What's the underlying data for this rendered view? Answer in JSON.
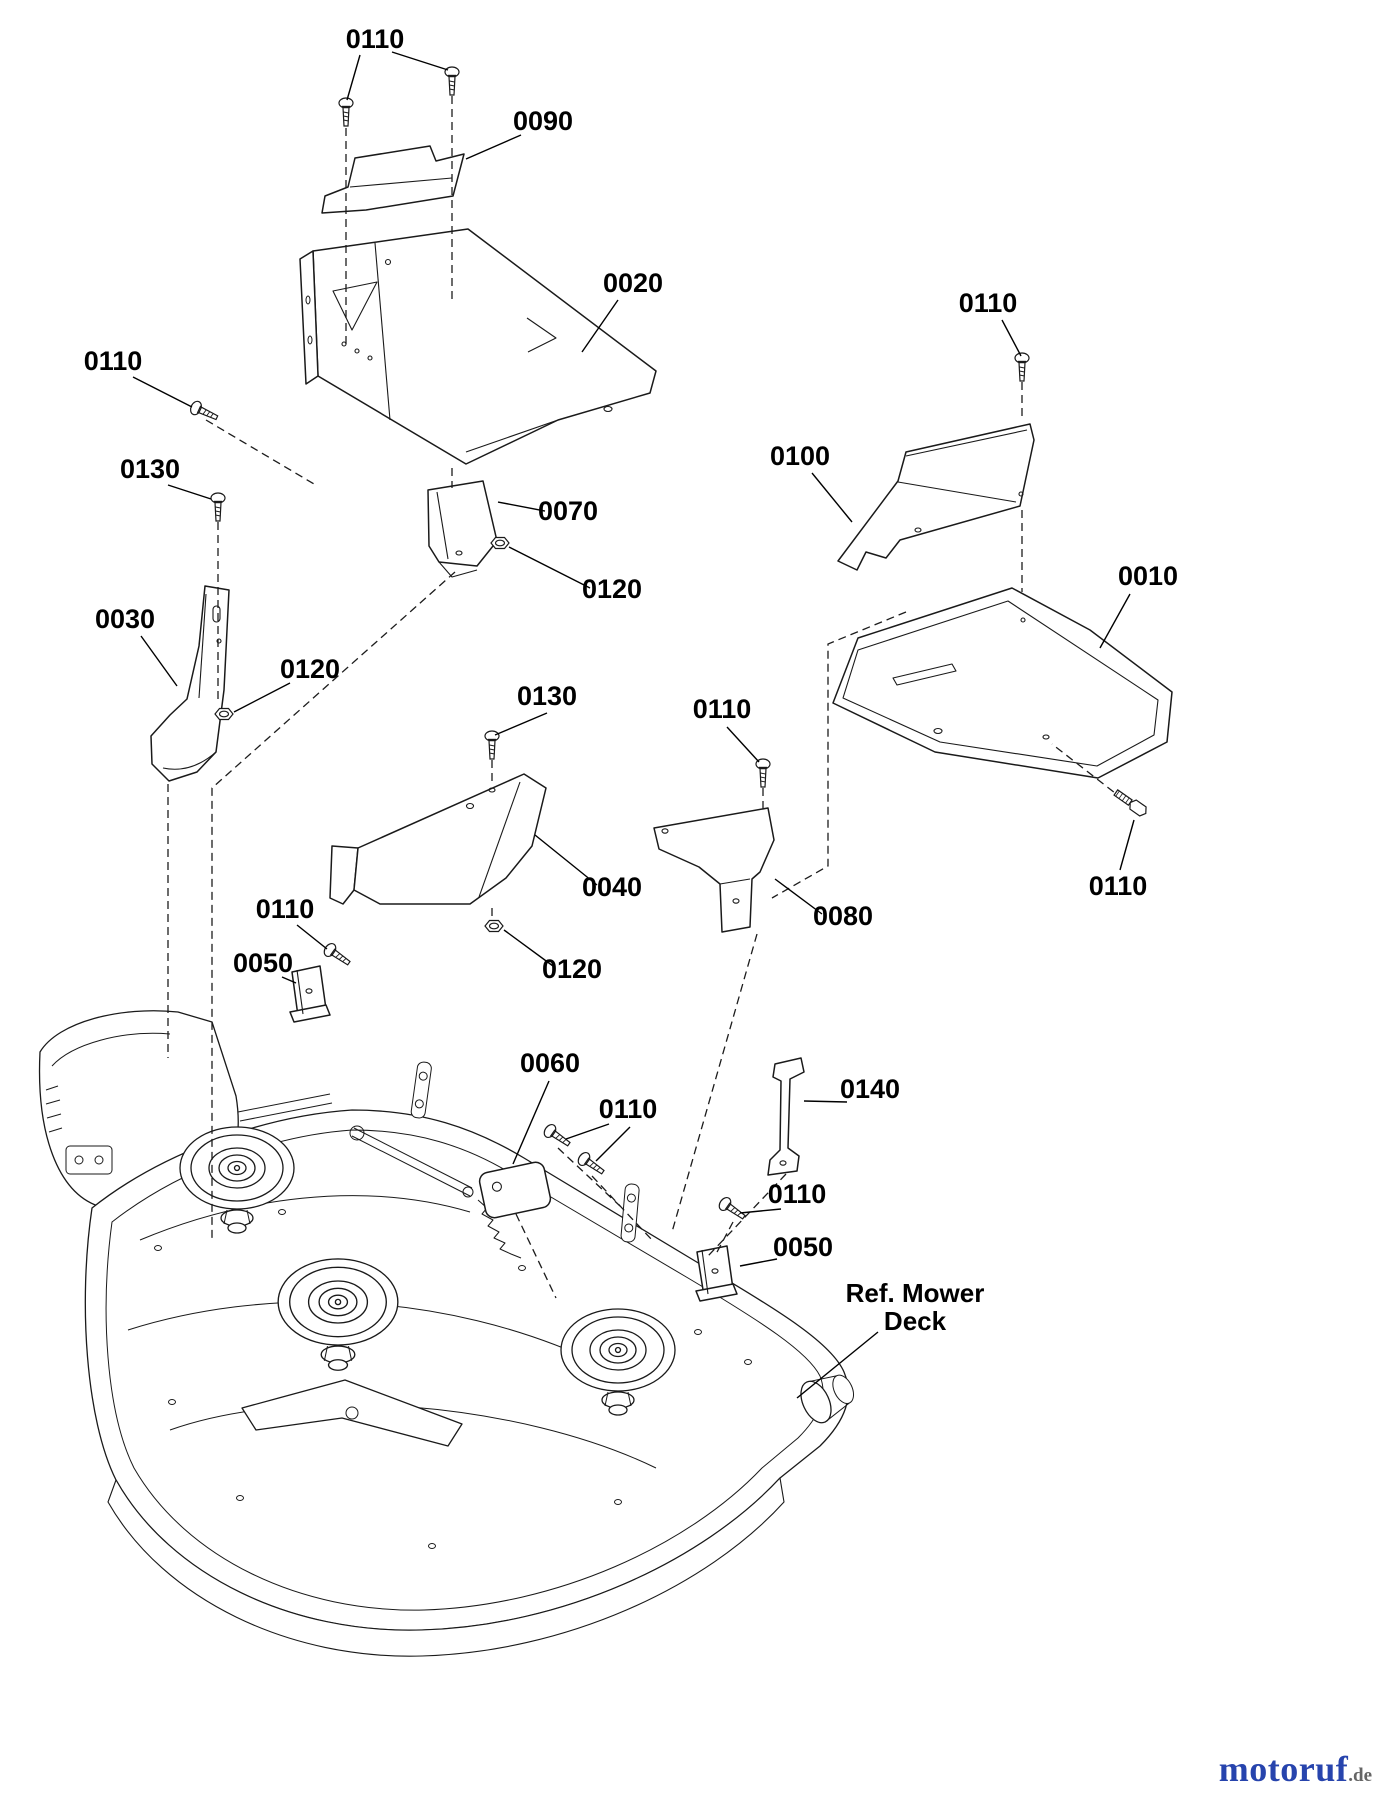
{
  "diagram": {
    "ink_color": "#1a1a1a",
    "label_color": "#000000",
    "ref_label_line1": "Ref. Mower",
    "ref_label_line2": "Deck"
  },
  "callouts": [
    {
      "label": "0110"
    },
    {
      "label": "0090"
    },
    {
      "label": "0020"
    },
    {
      "label": "0110"
    },
    {
      "label": "0110"
    },
    {
      "label": "0100"
    },
    {
      "label": "0070"
    },
    {
      "label": "0130"
    },
    {
      "label": "0120"
    },
    {
      "label": "0030"
    },
    {
      "label": "0120"
    },
    {
      "label": "0010"
    },
    {
      "label": "0130"
    },
    {
      "label": "0110"
    },
    {
      "label": "0040"
    },
    {
      "label": "0080"
    },
    {
      "label": "0110"
    },
    {
      "label": "0110"
    },
    {
      "label": "0050"
    },
    {
      "label": "0120"
    },
    {
      "label": "0060"
    },
    {
      "label": "0110"
    },
    {
      "label": "0140"
    },
    {
      "label": "0110"
    },
    {
      "label": "0050"
    }
  ],
  "watermark": {
    "brand": "motoruf",
    "tld": ".de",
    "brand_color": "#2744ad",
    "tld_color": "#666666"
  }
}
